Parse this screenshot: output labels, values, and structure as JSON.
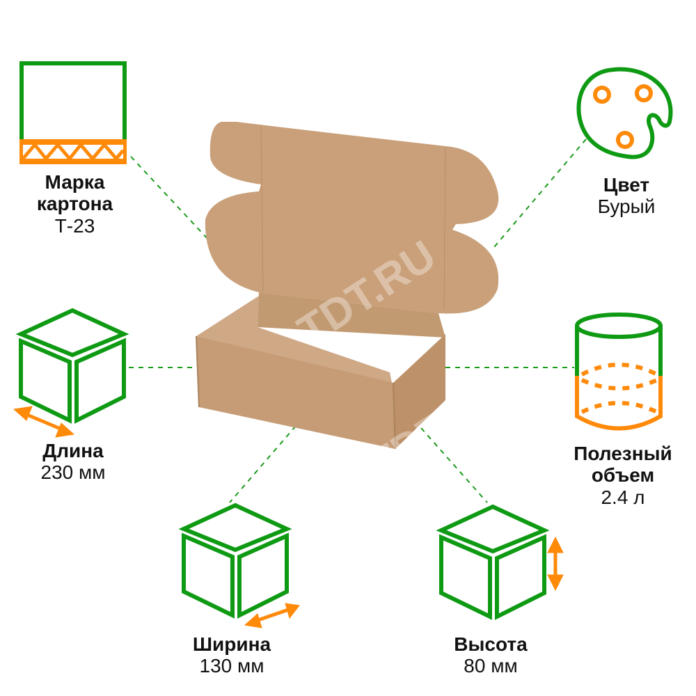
{
  "colors": {
    "green": "#0f9a14",
    "orange": "#ff8a0a",
    "cardboard": "#c9a07a",
    "cardboard_dark": "#b88d66",
    "connector": "#1a9a1a"
  },
  "watermark": "TDT.RU",
  "specs": {
    "grade": {
      "title": "Марка картона",
      "title_line1": "Марка",
      "title_line2": "картона",
      "value": "Т-23",
      "icon": "corrugated-board-icon"
    },
    "color": {
      "title": "Цвет",
      "value": "Бурый",
      "icon": "palette-icon"
    },
    "length": {
      "title": "Длина",
      "value": "230 мм",
      "icon": "cube-length-icon"
    },
    "volume": {
      "title": "Полезный объем",
      "title_line1": "Полезный",
      "title_line2": "объем",
      "value": "2.4 л",
      "icon": "cylinder-volume-icon"
    },
    "width": {
      "title": "Ширина",
      "value": "130 мм",
      "icon": "cube-width-icon"
    },
    "height": {
      "title": "Высота",
      "value": "80 мм",
      "icon": "cube-height-icon"
    }
  },
  "product": {
    "image": "open-cardboard-mailer-box"
  }
}
